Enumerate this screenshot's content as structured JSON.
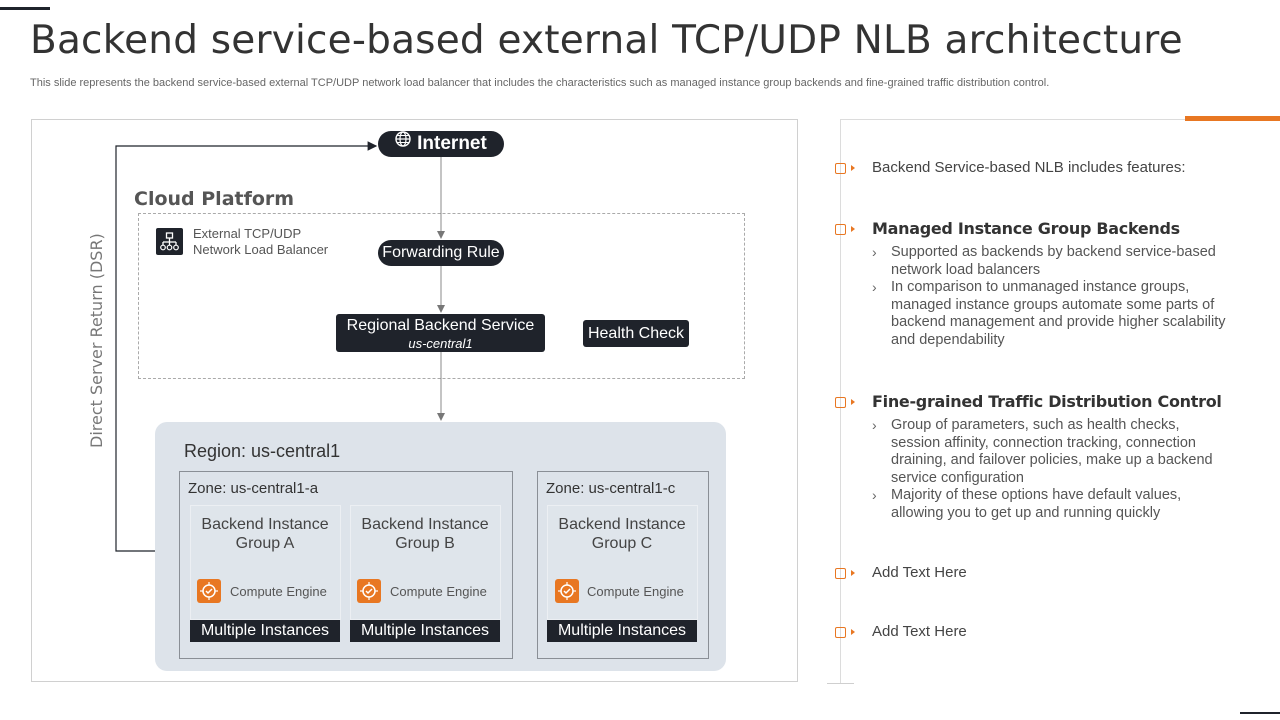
{
  "slide": {
    "title": "Backend service-based external TCP/UDP NLB architecture",
    "subtitle": "This slide represents the backend service-based external TCP/UDP network load balancer that includes the characteristics such as managed instance group backends and fine-grained traffic distribution control."
  },
  "diagram": {
    "internet": "Internet",
    "cloud_platform": "Cloud Platform",
    "load_balancer_label": "External TCP/UDP Network Load Balancer",
    "forwarding_rule": "Forwarding Rule",
    "regional_backend_service": "Regional Backend Service",
    "regional_backend_region": "us-central1",
    "health_check": "Health Check",
    "dsr_label": "Direct Server Return (DSR)",
    "region_label": "Region: us-central1",
    "zones": [
      {
        "label": "Zone:  us-central1-a",
        "groups": [
          {
            "name": "Backend Instance  Group A",
            "engine": "Compute Engine",
            "instances": "Multiple Instances"
          },
          {
            "name": "Backend Instance  Group B",
            "engine": "Compute Engine",
            "instances": "Multiple Instances"
          }
        ]
      },
      {
        "label": "Zone:  us-central1-c",
        "groups": [
          {
            "name": "Backend Instance Group  C",
            "engine": "Compute Engine",
            "instances": "Multiple Instances"
          }
        ]
      }
    ]
  },
  "panel": {
    "intro": "Backend Service-based NLB includes features:",
    "sections": [
      {
        "heading": "Managed Instance Group Backends",
        "items": [
          "Supported as backends by backend service-based network load balancers",
          "In comparison to unmanaged instance groups, managed instance groups automate some parts of backend management and provide higher scalability and dependability"
        ]
      },
      {
        "heading": "Fine-grained Traffic Distribution Control",
        "items": [
          "Group of parameters, such as health checks, session affinity, connection tracking, connection draining, and failover policies, make up a backend service configuration",
          "Majority of these options have default values, allowing you to get up and running quickly"
        ]
      }
    ],
    "extra": [
      "Add Text Here",
      "Add Text Here"
    ]
  },
  "colors": {
    "accent": "#e87722",
    "dark": "#1f232b",
    "region_bg": "#dde3ea"
  },
  "icons": [
    "globe-icon",
    "network-load-balancer-icon",
    "compute-engine-icon",
    "square-bullet-icon",
    "chevron-right-icon"
  ]
}
